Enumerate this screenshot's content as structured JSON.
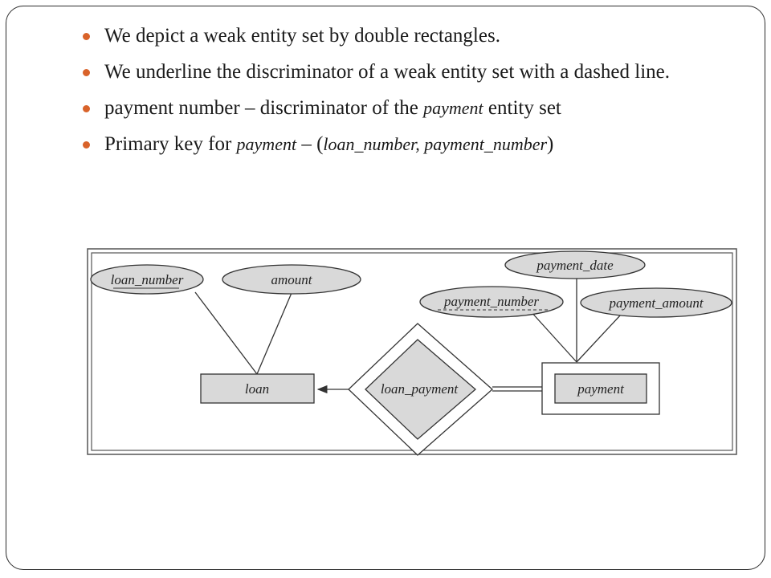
{
  "bullets": [
    {
      "text": "We depict a weak entity set by double rectangles."
    },
    {
      "text": "We underline the discriminator of a weak entity set  with a dashed line."
    },
    {
      "pre": "payment number – discriminator of the ",
      "ital": "payment",
      "post": " entity set"
    },
    {
      "pre": "Primary key for ",
      "ital": "payment",
      "mid": " – (",
      "ital2": "loan_number, payment_number",
      "post": ")"
    }
  ],
  "diagram": {
    "attributes": {
      "loan_number": "loan_number",
      "amount": "amount",
      "payment_date": "payment_date",
      "payment_number": "payment_number",
      "payment_amount": "payment_amount"
    },
    "entities": {
      "loan": "loan",
      "payment": "payment"
    },
    "relationship": "loan_payment",
    "colors": {
      "shape_fill": "#d9d9d9",
      "line": "#333333",
      "bullet": "#d9632a"
    }
  }
}
